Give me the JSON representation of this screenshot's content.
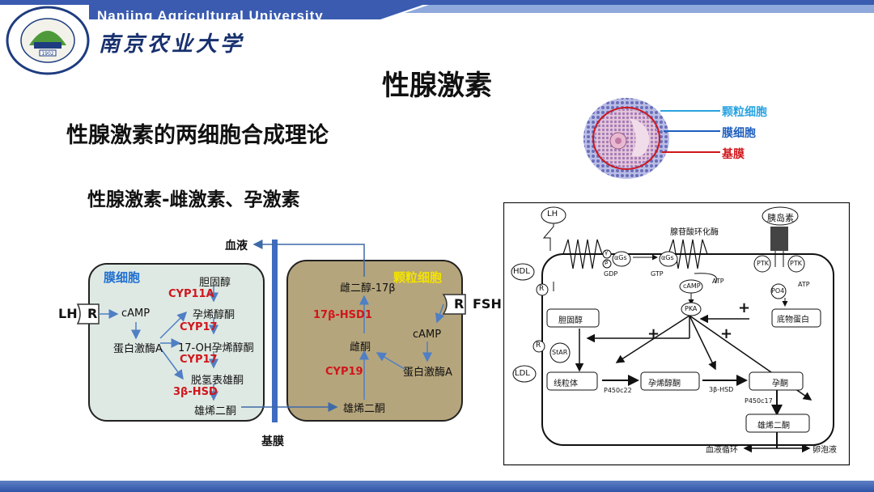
{
  "header": {
    "university_en": "Nanjing Agricultural University",
    "university_cn": "南京农业大学",
    "logo_year": "1902"
  },
  "slide": {
    "title": "性腺激素",
    "subtitle": "性腺激素的两细胞合成理论",
    "section": "性腺激素-雌激素、孕激素"
  },
  "left_diagram": {
    "blood_label": "血液",
    "basement_label": "基膜",
    "theca_cell": {
      "label": "膜细胞",
      "lh": "LH",
      "r": "R",
      "camp": "cAMP",
      "pka": "蛋白激酶A",
      "cholesterol": "胆固醇",
      "cyp11a": "CYP11A",
      "pregnenolone": "孕烯醇酮",
      "cyp17_1": "CYP17",
      "oh_pregnenolone": "17-OH孕烯醇酮",
      "cyp17_2": "CYP17",
      "dhea": "脱氢表雄酮",
      "hsd3b": "3β-HSD",
      "androstenedione": "雄烯二酮"
    },
    "granulosa_cell": {
      "label": "颗粒细胞",
      "fsh": "FSH",
      "r": "R",
      "camp": "cAMP",
      "pka": "蛋白激酶A",
      "estradiol": "雌二醇-17β",
      "hsd17b1": "17β-HSD1",
      "estrone": "雌酮",
      "cyp19": "CYP19",
      "androstenedione": "雄烯二酮"
    }
  },
  "follicle_legend": {
    "granulosa": "颗粒细胞",
    "theca": "膜细胞",
    "basement": "基膜",
    "colors": {
      "granulosa": "#2aa3e0",
      "theca": "#1f5fbf",
      "basement": "#d0161c"
    }
  },
  "right_diagram": {
    "lh": "LH",
    "adenylate_cyclase": "腺苷酸环化酶",
    "insulin": "胰岛素",
    "hdl": "HDL",
    "ldl": "LDL",
    "r1": "R",
    "r2": "R",
    "g1": "γ",
    "g2": "β",
    "ags1": "αGs",
    "ags2": "αGs",
    "gdp": "GDP",
    "gtp": "GTP",
    "camp": "cAMP",
    "atp1": "ATP",
    "atp2": "ATP",
    "pka": "PKA",
    "ptk1": "PTK",
    "ptk2": "PTK",
    "po4": "PO4",
    "substrate": "底物蛋白",
    "cholesterol": "胆固醇",
    "star": "StAR",
    "mito": "线粒体",
    "p450c22": "P450c22",
    "pregnenolone": "孕烯醇酮",
    "hsd3b": "3β-HSD",
    "progesterone": "孕酮",
    "p450c17": "P450c17",
    "androstenedione": "雄烯二酮",
    "blood_circ": "血液循环",
    "follicular_fluid": "卵泡液",
    "plus": "+"
  }
}
